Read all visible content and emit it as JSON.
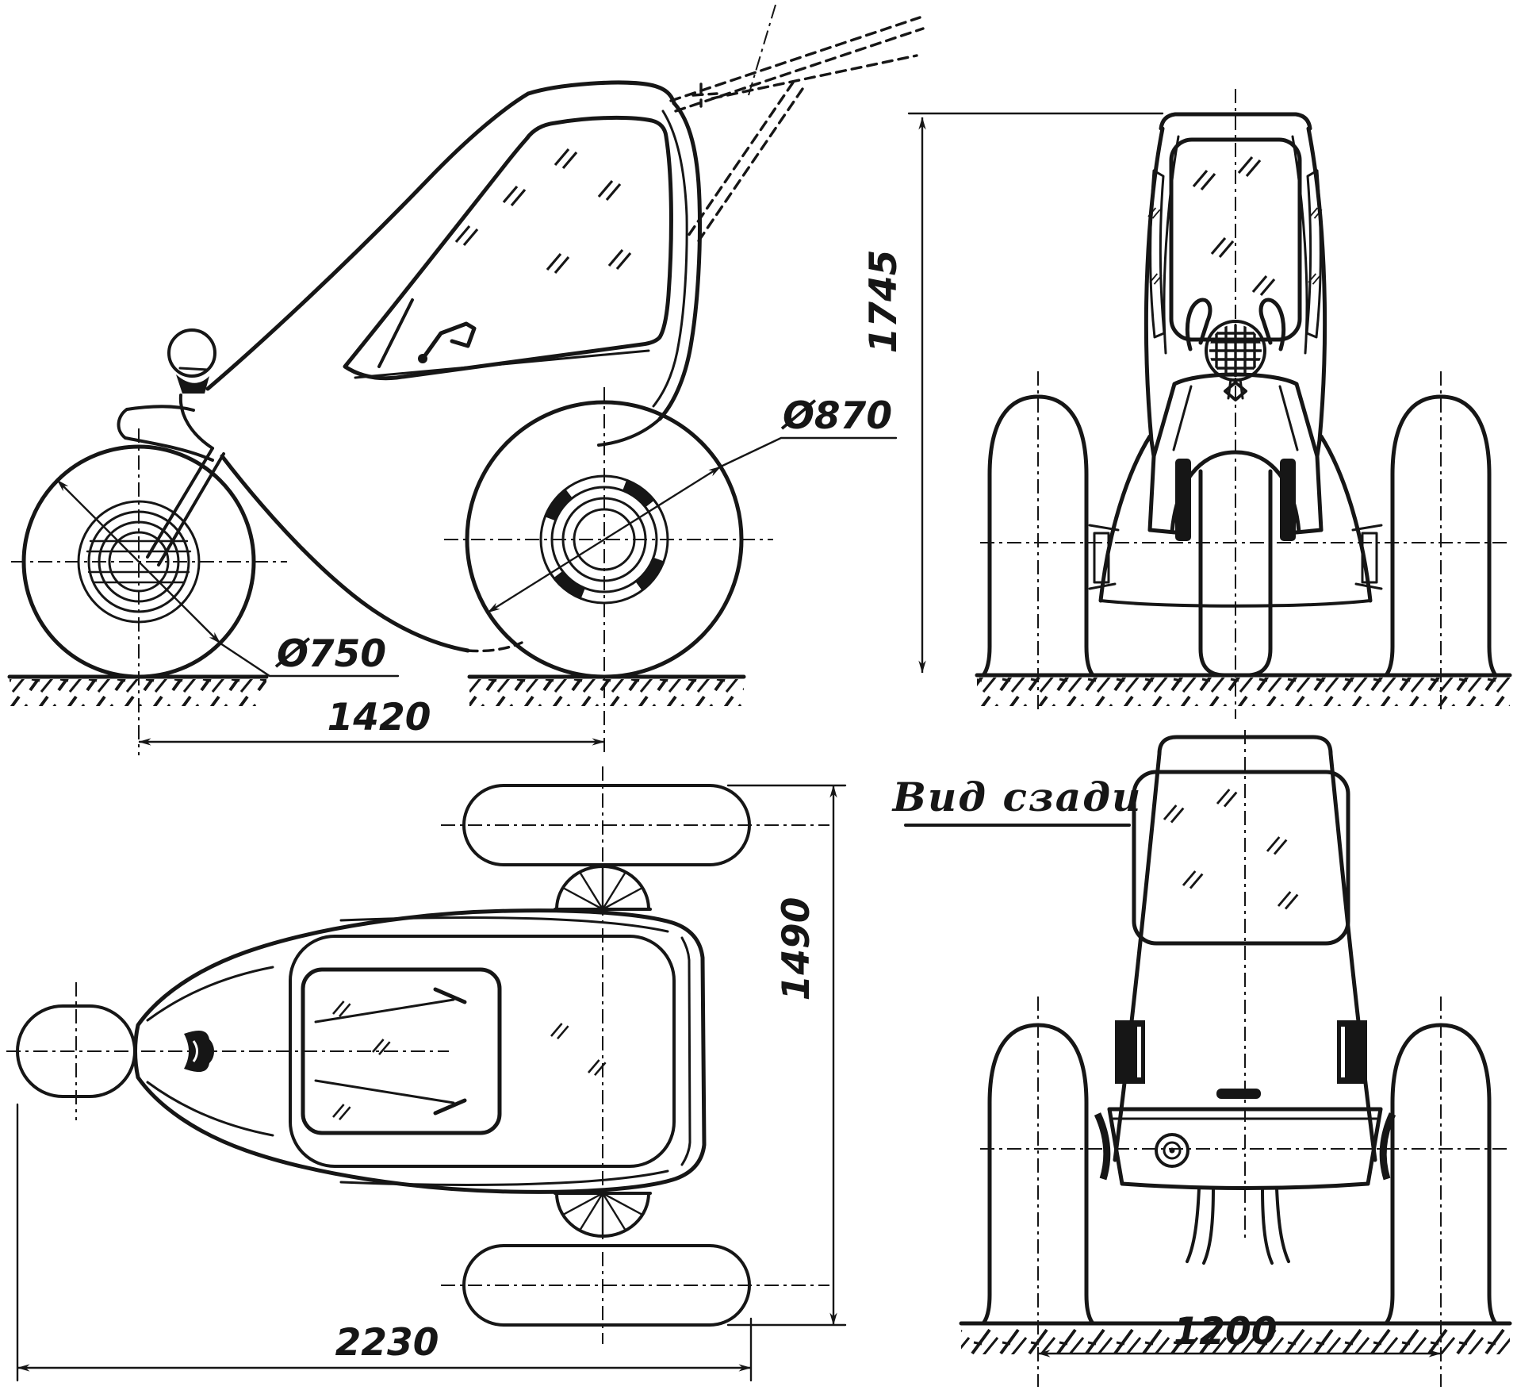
{
  "page": {
    "paper": "#ffffff",
    "ink": "#161616",
    "kind": "orthographic technical drawing of a three-wheeled cabin scooter"
  },
  "views": {
    "side": {
      "rear_wheel_dia": "Ø870",
      "front_wheel_dia": "Ø750",
      "wheelbase": "1420"
    },
    "front": {
      "overall_height": "1745"
    },
    "top": {
      "overall_length": "2230",
      "overall_width": "1490"
    },
    "rear": {
      "title": "Вид сзади",
      "track": "1200"
    }
  }
}
